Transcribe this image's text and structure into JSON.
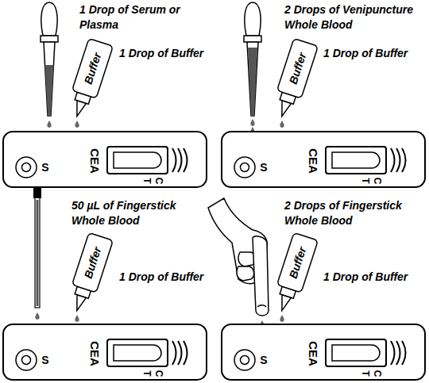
{
  "diagram": {
    "nodes": [
      {
        "text": [
          "Buffer"
        ]
      },
      {
        "text": [
          "S",
          "CEA",
          "T",
          "C"
        ]
      },
      {
        "text": [
          "Buffer"
        ]
      },
      {
        "text": [
          "S",
          "CEA",
          "T",
          "C"
        ]
      },
      {
        "text": [
          "Buffer"
        ]
      },
      {
        "text": [
          "S",
          "CEA",
          "T",
          "C"
        ]
      },
      {
        "text": [
          "Buffer"
        ]
      },
      {
        "text": [
          "S",
          "CEA",
          "T",
          "C"
        ]
      }
    ],
    "labels": [
      "1 Drop of Serum or Plasma",
      "1 Drop of Buffer",
      "2 Drops of Venipuncture Whole Blood",
      "1 Drop of Buffer",
      "50 µL of Fingerstick Whole Blood",
      "1 Drop of Buffer",
      "2 Drops of Fingerstick Whole Blood",
      "1 Drop of Buffer"
    ]
  }
}
